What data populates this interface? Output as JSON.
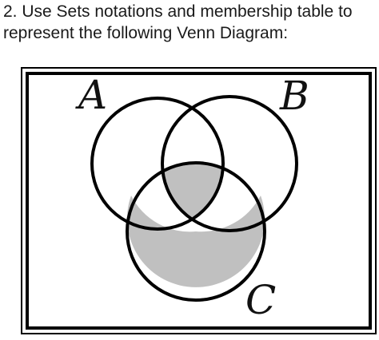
{
  "question": {
    "line1": "2. Use Sets notations and membership table to",
    "line2": "represent the following Venn Diagram:"
  },
  "diagram": {
    "type": "venn-3-set",
    "sets": [
      {
        "id": "A",
        "label": "A"
      },
      {
        "id": "B",
        "label": "B"
      },
      {
        "id": "C",
        "label": "C"
      }
    ],
    "shaded_regions": [
      "C only",
      "A∩B∩C"
    ],
    "colors": {
      "shade": "#c0c0c0",
      "stroke": "#000000",
      "background": "#ffffff"
    }
  }
}
